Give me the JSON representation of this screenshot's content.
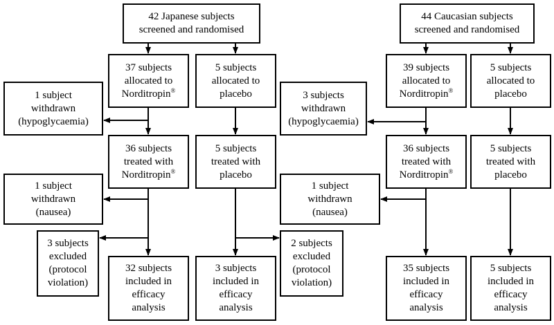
{
  "left": {
    "screened": [
      "42 Japanese subjects",
      "screened and randomised"
    ],
    "drug_allocated": [
      "37 subjects",
      "allocated to",
      "Norditropin"
    ],
    "placebo_allocated": [
      "5 subjects",
      "allocated to",
      "placebo"
    ],
    "withdrawn_1": [
      "1 subject",
      "withdrawn",
      "(hypoglycaemia)"
    ],
    "drug_treated": [
      "36 subjects",
      "treated with",
      "Norditropin"
    ],
    "placebo_treated": [
      "5 subjects",
      "treated with",
      "placebo"
    ],
    "withdrawn_2": [
      "1 subject",
      "withdrawn",
      "(nausea)"
    ],
    "excluded_drug": [
      "3 subjects",
      "excluded",
      "(protocol",
      "violation)"
    ],
    "excluded_placebo": [
      "2 subjects",
      "excluded",
      "(protocol",
      "violation)"
    ],
    "drug_efficacy": [
      "32 subjects",
      "included in",
      "efficacy",
      "analysis"
    ],
    "placebo_efficacy": [
      "3 subjects",
      "included in",
      "efficacy",
      "analysis"
    ]
  },
  "right": {
    "screened": [
      "44 Caucasian subjects",
      "screened and randomised"
    ],
    "drug_allocated": [
      "39 subjects",
      "allocated to",
      "Norditropin"
    ],
    "placebo_allocated": [
      "5 subjects",
      "allocated to",
      "placebo"
    ],
    "withdrawn_1": [
      "3 subjects",
      "withdrawn",
      "(hypoglycaemia)"
    ],
    "drug_treated": [
      "36 subjects",
      "treated with",
      "Norditropin"
    ],
    "placebo_treated": [
      "5 subjects",
      "treated with",
      "placebo"
    ],
    "withdrawn_2": [
      "1 subject",
      "withdrawn",
      "(nausea)"
    ],
    "drug_efficacy": [
      "35 subjects",
      "included in",
      "efficacy",
      "analysis"
    ],
    "placebo_efficacy": [
      "5 subjects",
      "included in",
      "efficacy",
      "analysis"
    ]
  },
  "registered_mark": "®"
}
